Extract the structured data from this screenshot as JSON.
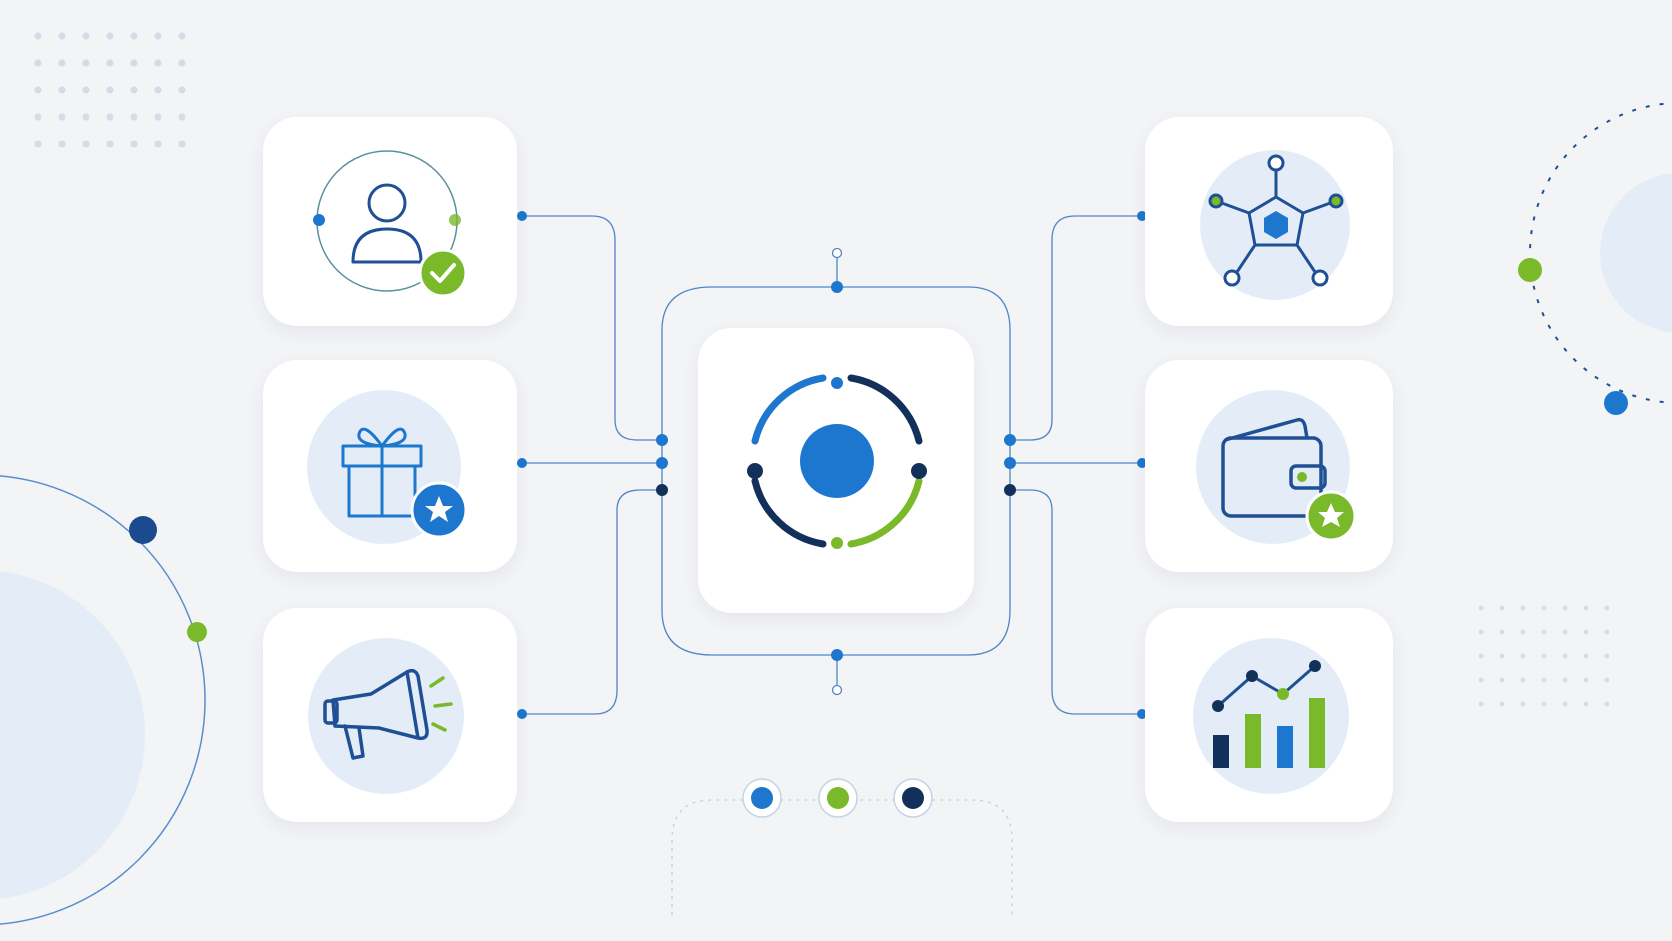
{
  "diagram": {
    "theme": {
      "background": "#f3f4f6",
      "card": "#ffffff",
      "primary_blue": "#1d77cf",
      "navy": "#12305a",
      "icon_stroke": "#1f4f94",
      "green": "#7ab929",
      "light_circle": "#e4edf7",
      "connector": "#4f86c6"
    },
    "hub": {
      "icon": "ring-target-icon"
    },
    "left_nodes": [
      {
        "icon": "user-verified-icon",
        "badge": "checkmark-badge"
      },
      {
        "icon": "gift-icon",
        "badge": "star-badge"
      },
      {
        "icon": "megaphone-icon",
        "badge": ""
      }
    ],
    "right_nodes": [
      {
        "icon": "network-hexagon-icon",
        "badge": ""
      },
      {
        "icon": "wallet-icon",
        "badge": "star-badge"
      },
      {
        "icon": "bar-chart-trend-icon",
        "badge": ""
      }
    ],
    "pagination_dots": [
      {
        "color": "#1d77cf"
      },
      {
        "color": "#7ab929"
      },
      {
        "color": "#12305a"
      }
    ]
  }
}
